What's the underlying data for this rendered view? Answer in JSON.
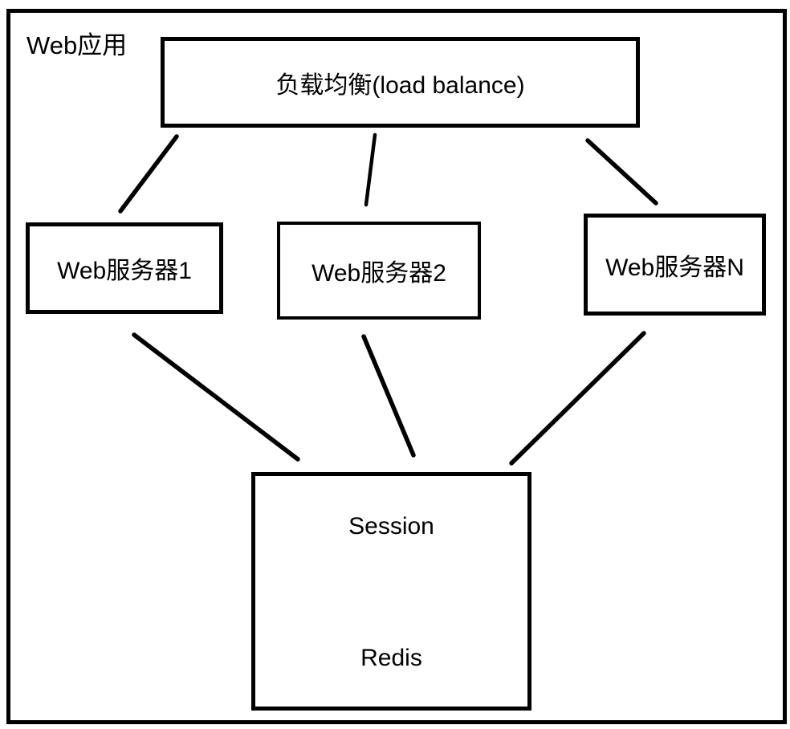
{
  "diagram": {
    "container_label": "Web应用",
    "nodes": {
      "load_balancer": {
        "label": "负载均衡(load balance)"
      },
      "web_server_1": {
        "label": "Web服务器1"
      },
      "web_server_2": {
        "label": "Web服务器2"
      },
      "web_server_n": {
        "label": "Web服务器N"
      },
      "session_store": {
        "label_top": "Session",
        "label_bottom": "Redis"
      }
    },
    "edges": [
      {
        "from": "load_balancer",
        "to": "web_server_1"
      },
      {
        "from": "load_balancer",
        "to": "web_server_2"
      },
      {
        "from": "load_balancer",
        "to": "web_server_n"
      },
      {
        "from": "web_server_1",
        "to": "session_store"
      },
      {
        "from": "web_server_2",
        "to": "session_store"
      },
      {
        "from": "web_server_n",
        "to": "session_store"
      }
    ],
    "colors": {
      "stroke": "#000000",
      "background": "#ffffff"
    }
  }
}
